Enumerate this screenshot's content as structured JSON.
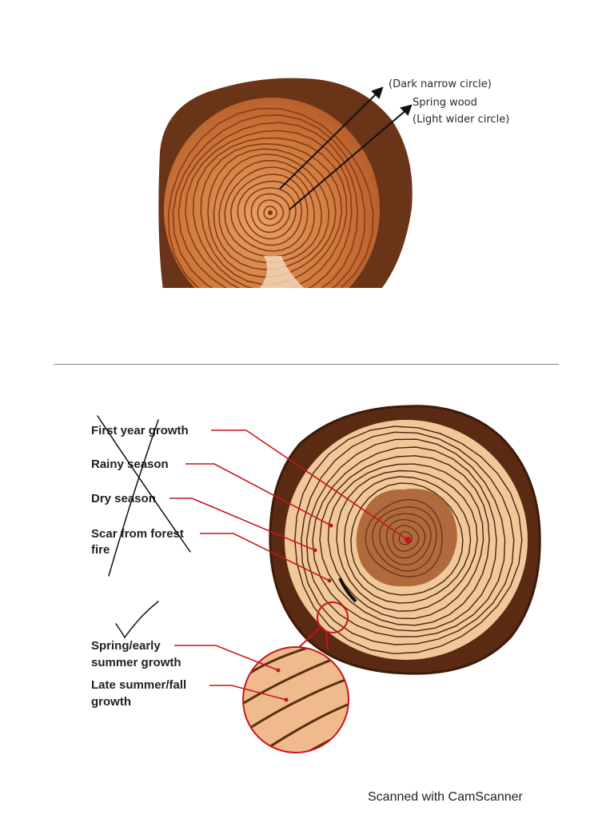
{
  "top": {
    "labels": {
      "dark": "(Dark narrow circle)",
      "spring": "Spring wood",
      "light": "(Light wider circle)"
    }
  },
  "bottom": {
    "labels": {
      "first_year": "First year growth",
      "rainy": "Rainy season",
      "dry": "Dry season",
      "scar_line1": "Scar from forest",
      "scar_line2": "fire",
      "spring_line1": "Spring/early",
      "spring_line2": "summer growth",
      "late_line1": "Late summer/fall",
      "late_line2": "growth"
    },
    "colors": {
      "bark": "#5a2a12",
      "sapwood": "#f0c89a",
      "heartwood": "#b06a3c",
      "ring_line": "#4a2410",
      "leader": "#c8141e"
    }
  },
  "footer": {
    "text": "Scanned with CamScanner"
  }
}
